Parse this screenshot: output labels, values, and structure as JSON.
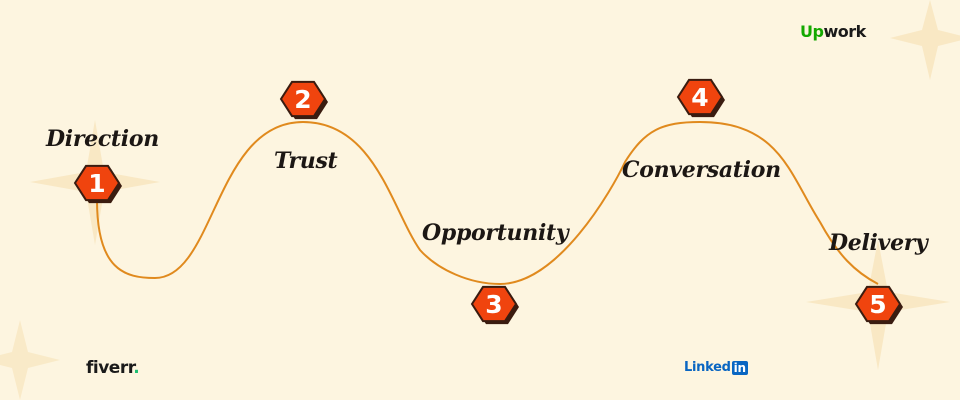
{
  "steps": [
    {
      "number": "1",
      "label": "Direction"
    },
    {
      "number": "2",
      "label": "Trust"
    },
    {
      "number": "3",
      "label": "Opportunity"
    },
    {
      "number": "4",
      "label": "Conversation"
    },
    {
      "number": "5",
      "label": "Delivery"
    }
  ],
  "logos": {
    "upwork_up": "Up",
    "upwork_work": "work",
    "fiverr_text": "fiverr",
    "fiverr_dot": ".",
    "linkedin_text": "Linked",
    "linkedin_in": "in"
  },
  "colors": {
    "background": "#fdf5e0",
    "curve": "#e08a1e",
    "badge_fill": "#f0440e",
    "badge_shadow": "#3a1c10",
    "badge_text": "#ffffff",
    "sparkle": "#f7e2b8"
  }
}
